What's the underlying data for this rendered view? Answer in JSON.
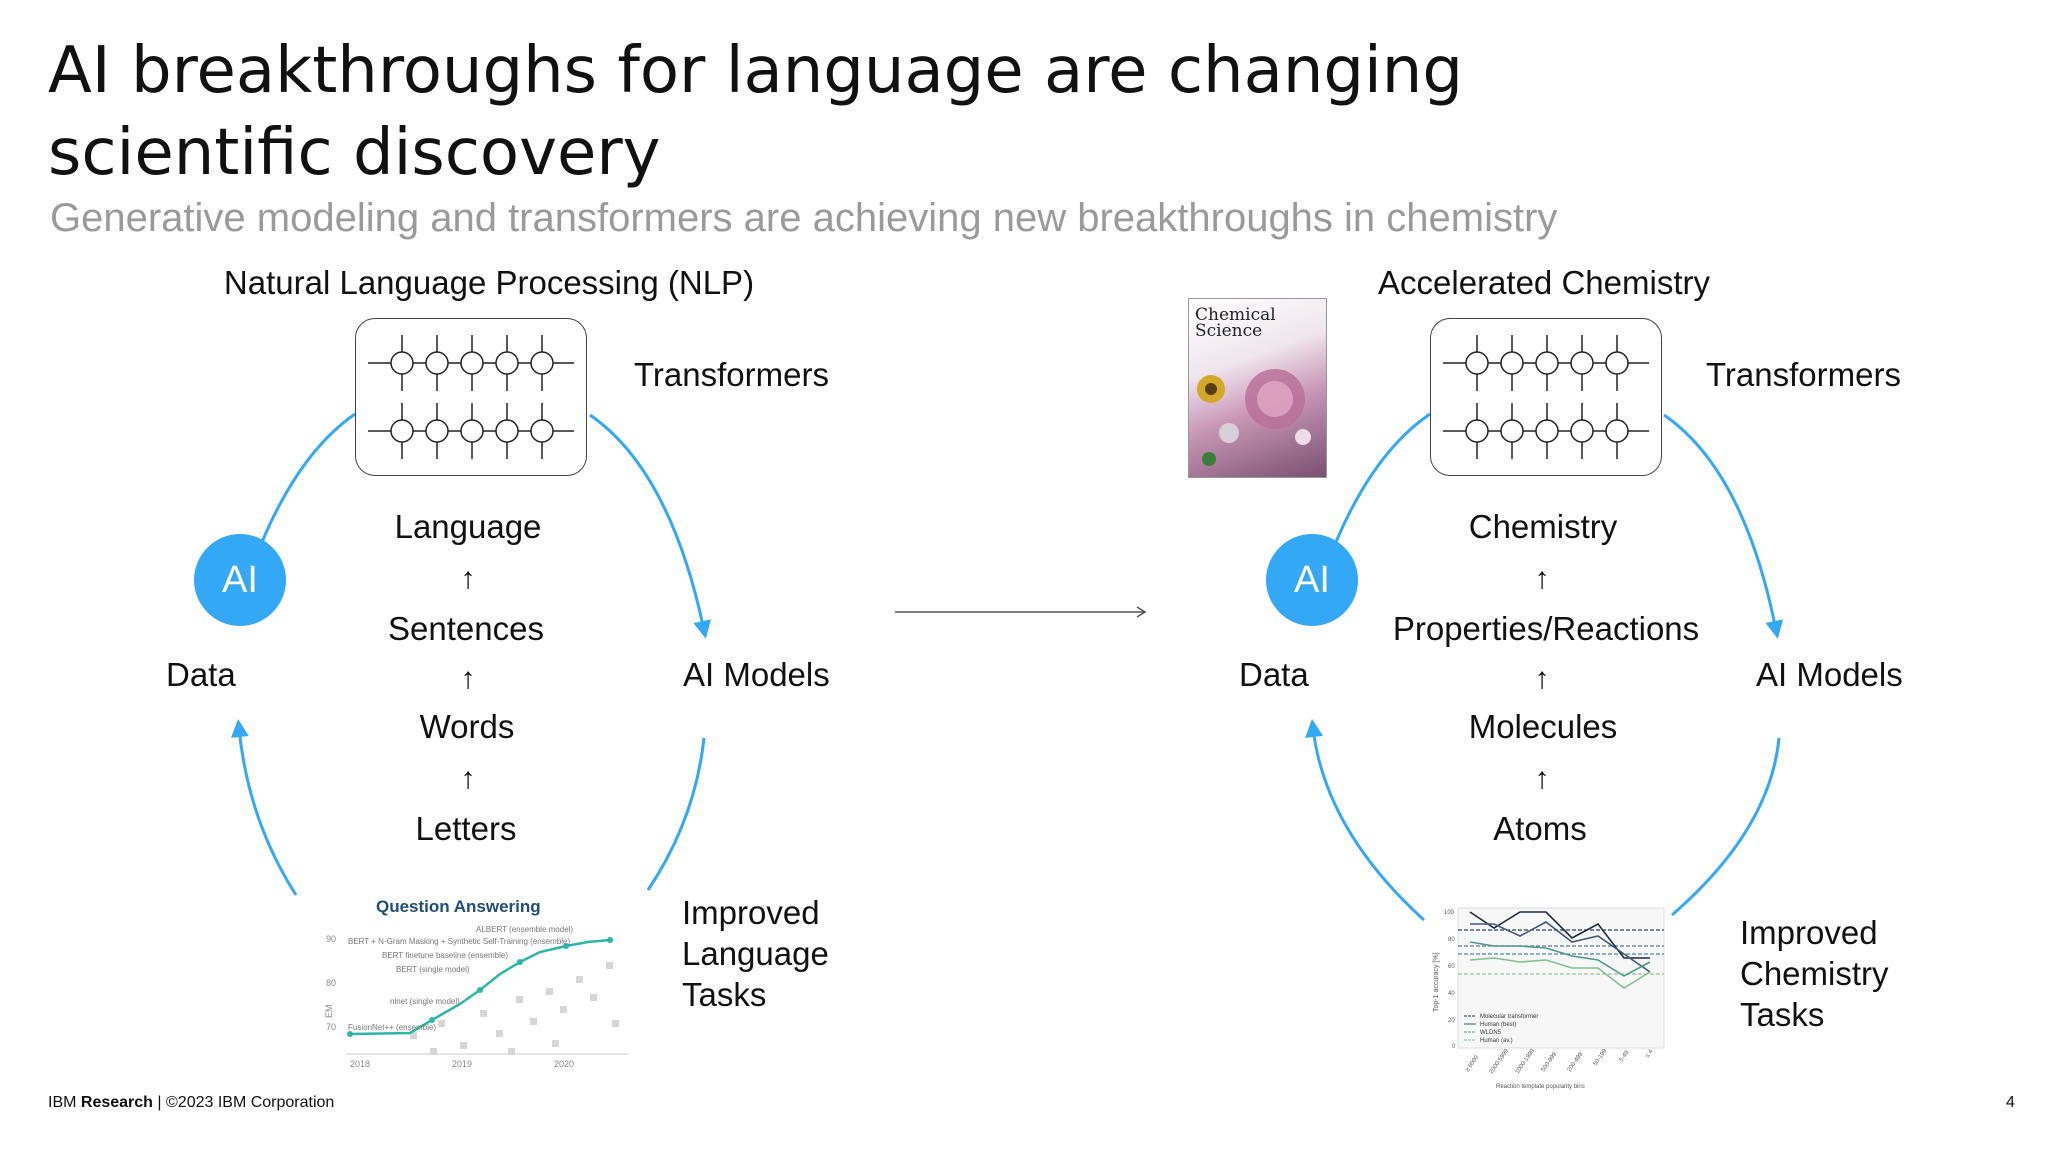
{
  "slide": {
    "title": "AI breakthroughs for language are changing scientific discovery",
    "subtitle": "Generative modeling and transformers are achieving new breakthroughs in chemistry",
    "page_number": "4",
    "footer": {
      "brand_ibm": "IBM",
      "brand_research": "Research",
      "copyright": "| ©2023 IBM Corporation"
    }
  },
  "nlp": {
    "heading": "Natural Language Processing (NLP)",
    "transformers_label": "Transformers",
    "ai_label": "AI",
    "data_label": "Data",
    "models_label": "AI Models",
    "hierarchy": [
      "Language",
      "Sentences",
      "Words",
      "Letters"
    ],
    "tasks_label": [
      "Improved",
      "Language",
      "Tasks"
    ],
    "qa_chart": {
      "title": "Question Answering",
      "ylabel": "EM",
      "y_ticks": [
        "90",
        "80",
        "70"
      ],
      "x_ticks": [
        "2018",
        "2019",
        "2020"
      ],
      "annotations": [
        "ALBERT (ensemble model)",
        "BERT + N-Gram Masking + Synthetic Self-Training (ensemble)",
        "BERT finetune baseline (ensemble)",
        "BERT (single model)",
        "nlnet (single model)",
        "FusionNet++ (ensemble)"
      ]
    }
  },
  "chemistry": {
    "heading": "Accelerated  Chemistry",
    "transformers_label": "Transformers",
    "ai_label": "AI",
    "data_label": "Data",
    "models_label": "AI Models",
    "hierarchy": [
      "Chemistry",
      "Properties/Reactions",
      "Molecules",
      "Atoms"
    ],
    "tasks_label": [
      "Improved",
      "Chemistry",
      "Tasks"
    ],
    "journal_cover": {
      "title": "Chemical Science"
    },
    "accuracy_chart": {
      "ylabel": "Top-1 accuracy [%]",
      "xlabel": "Reaction template popularity bins",
      "y_ticks": [
        "100",
        "80",
        "60",
        "40",
        "20",
        "0"
      ],
      "x_ticks": [
        "≥ 6000",
        "2000-5999",
        "1000-1999",
        "500-999",
        "200-499",
        "50-199",
        "5-49",
        "≤ 4"
      ],
      "legend": [
        "Molecular transformer",
        "Human (best)",
        "WLDN5",
        "Human (av.)"
      ]
    }
  },
  "colors": {
    "ai_circle": "#33a8f4",
    "arrow": "#33a8f4",
    "subtitle": "#9a9a9a"
  }
}
